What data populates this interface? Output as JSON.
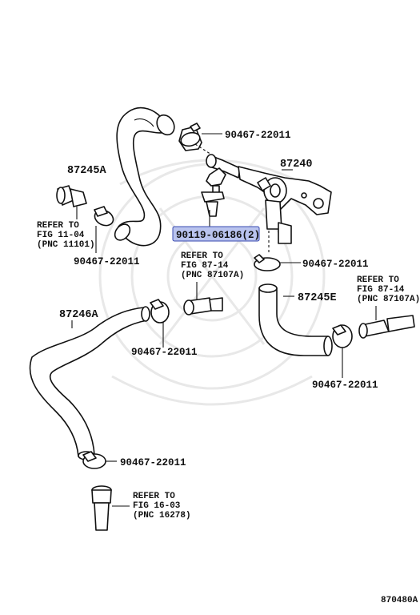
{
  "callouts": {
    "clamp_top": "90467-22011",
    "valve_assy": "87240",
    "hose_a": "87245A",
    "bolt_highlighted": "90119-06186(2)",
    "clamp_left_mid": "90467-22011",
    "clamp_valve": "90467-22011",
    "hose_e": "87245E",
    "hose_lower_left": "87246A",
    "clamp_center": "90467-22011",
    "clamp_right": "90467-22011",
    "clamp_bottom": "90467-22011"
  },
  "refs": {
    "fig_11_04": {
      "line1": "REFER TO",
      "line2": "FIG 11-04",
      "line3": "(PNC 11101)"
    },
    "fig_87_14_center": {
      "line1": "REFER TO",
      "line2": "FIG 87-14",
      "line3": "(PNC 87107A)"
    },
    "fig_87_14_right": {
      "line1": "REFER TO",
      "line2": "FIG 87-14",
      "line3": "(PNC 87107A)"
    },
    "fig_16_03": {
      "line1": "REFER TO",
      "line2": "FIG 16-03",
      "line3": "(PNC 16278)"
    }
  },
  "figure_id": "870480A",
  "colors": {
    "highlight_fill": "#b9c3ee",
    "highlight_border": "#3a4bb0",
    "line": "#111111"
  }
}
